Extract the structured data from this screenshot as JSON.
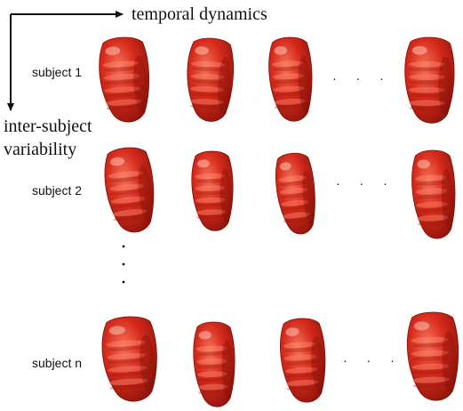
{
  "axes": {
    "horizontal_label": "temporal dynamics",
    "vertical_label_line1": "inter-subject",
    "vertical_label_line2": "variability"
  },
  "rows": [
    {
      "label": "subject 1"
    },
    {
      "label": "subject 2"
    },
    {
      "label": "subject n"
    }
  ],
  "ellipsis": "· · ·",
  "colors": {
    "shape": "#d42a1c",
    "shape_dark": "#8e1109",
    "shape_light": "#f2664e",
    "ink": "#111111"
  }
}
